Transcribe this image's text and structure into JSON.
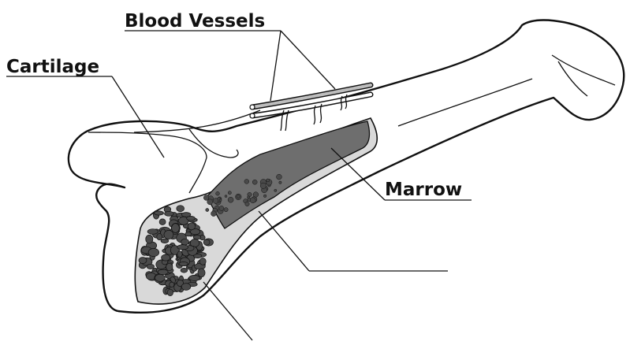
{
  "labels": {
    "blood_vessels": "Blood Vessels",
    "cartilage": "Cartilage",
    "marrow": "Marrow"
  },
  "colors": {
    "ink": "#111111",
    "bone": "#ffffff",
    "compact_bone": "#d9d9d9",
    "marrow": "#6e6e6e",
    "spongy_bone": "#4a4a4a"
  }
}
